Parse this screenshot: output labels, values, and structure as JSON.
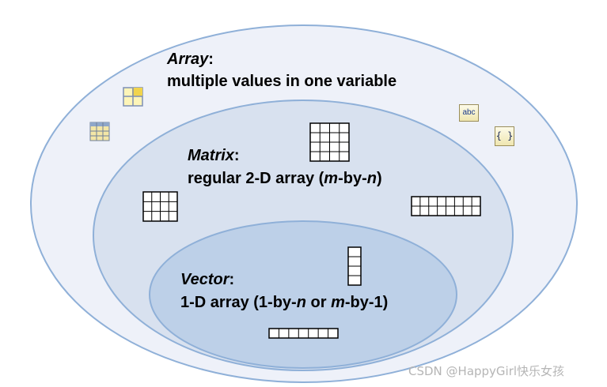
{
  "array_set": {
    "name": "Array",
    "colon": ":",
    "description": "multiple values in one variable"
  },
  "matrix_set": {
    "name": "Matrix",
    "colon": ":",
    "desc_prefix": "regular 2-D array (",
    "m": "m",
    "dash": "-by-",
    "n": "n",
    "desc_suffix": ")"
  },
  "vector_set": {
    "name": "Vector",
    "colon": ":",
    "desc_prefix": "1-D array (1-by-",
    "n": "n",
    "or": " or ",
    "m": "m",
    "desc_suffix": "-by-1)"
  },
  "icons": {
    "abc": "abc",
    "brace": "{ }"
  },
  "watermark": "CSDN @HappyGirl快乐女孩",
  "colors": {
    "outer_fill": "#eef1f9",
    "middle_fill": "#d8e1ef",
    "inner_fill": "#bdd0e8",
    "stroke": "#8fb0d8"
  }
}
